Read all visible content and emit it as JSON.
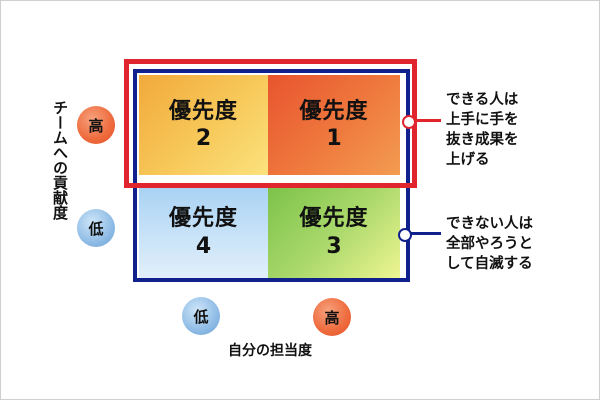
{
  "quadrants": {
    "q2": {
      "title": "優先度",
      "number": "2",
      "color": "#f7c95a"
    },
    "q1": {
      "title": "優先度",
      "number": "1",
      "color": "#ef7a3e"
    },
    "q4": {
      "title": "優先度",
      "number": "4",
      "color": "#c9e3f8"
    },
    "q3": {
      "title": "優先度",
      "number": "3",
      "color": "#a9d86a"
    }
  },
  "y_axis": {
    "label": "チームへの貢献度",
    "high": "高",
    "low": "低"
  },
  "x_axis": {
    "label": "自分の担当度",
    "low": "低",
    "high": "高"
  },
  "notes": {
    "top": [
      "できる人は",
      "上手に手を",
      "抜き成果を",
      "上げる"
    ],
    "bottom": [
      "できない人は",
      "全部やろうと",
      "して自滅する"
    ]
  },
  "colors": {
    "red_accent": "#e0252e",
    "blue_accent": "#10208c",
    "high_circle": "#ee6a3c",
    "low_circle": "#8fbce6"
  }
}
